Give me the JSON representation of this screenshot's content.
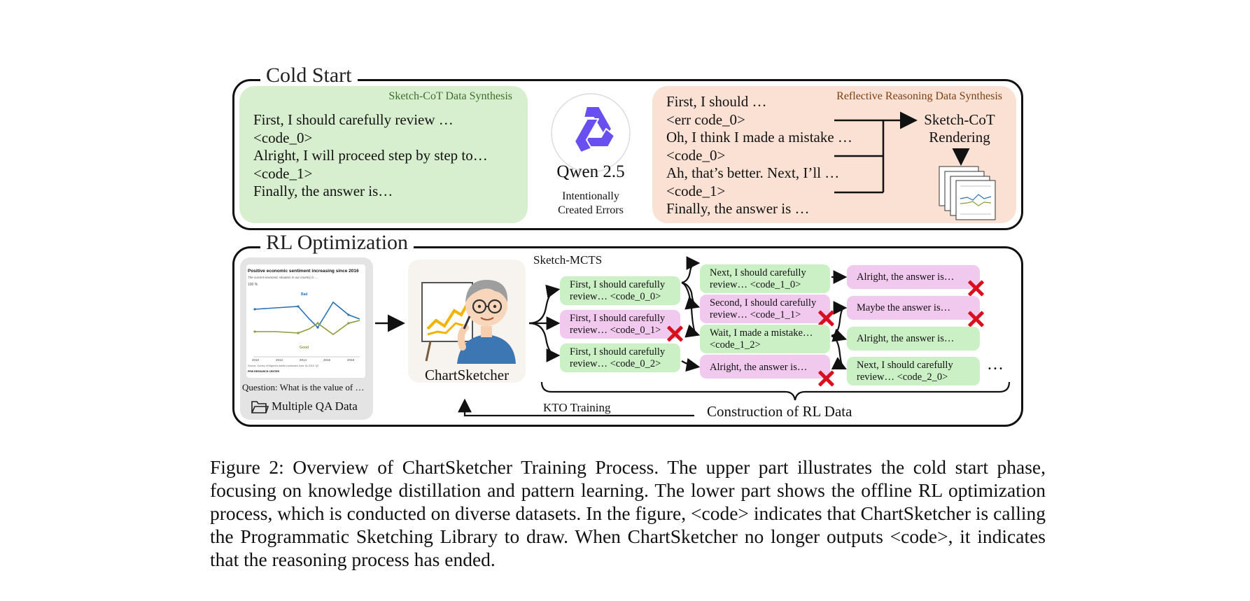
{
  "cold_start": {
    "title": "Cold Start",
    "sketch_cot": {
      "tag": "Sketch-CoT Data Synthesis",
      "lines": [
        "First, I should carefully review …",
        "<code_0>",
        "Alright, I will proceed step by step to…",
        "<code_1>",
        "Finally, the answer is…"
      ]
    },
    "model": {
      "name": "Qwen 2.5",
      "note_1": "Intentionally",
      "note_2": "Created Errors",
      "logo_color": "#6a4ff0"
    },
    "reflective": {
      "tag": "Reflective Reasoning Data Synthesis",
      "lines": [
        "First, I should …",
        "<err code_0>",
        "Oh, I think I made a mistake …",
        "<code_0>",
        "Ah, that’s better. Next, I’ll …",
        "<code_1>",
        "Finally, the answer is …"
      ],
      "render_label_1": "Sketch-CoT",
      "render_label_2": "Rendering"
    }
  },
  "rl": {
    "title": "RL Optimization",
    "dataset": {
      "chart_title": "Positive economic sentiment increasing since 2016",
      "chart_subtitle": "The current economic situation in our country is ...",
      "chart_pct": "100 %",
      "series_bad": "Bad",
      "series_good": "Good",
      "years": [
        "2010",
        "2012",
        "2014",
        "2016",
        "2018"
      ],
      "source": "Source: Survey of Nigeria's adults conducted June 18-2018. Q2",
      "footer": "PEW RESEARCH CENTER",
      "question": "Question: What is the value of  …",
      "label": "Multiple QA Data"
    },
    "agent_label": "ChartSketcher",
    "mcts_label": "Sketch-MCTS",
    "level1": [
      {
        "l1": "First, I should carefully",
        "l2": "review… <code_0_0>",
        "kind": "good"
      },
      {
        "l1": "First, I should carefully",
        "l2": "review… <code_0_1>",
        "kind": "bad"
      },
      {
        "l1": "First, I should carefully",
        "l2": "review… <code_0_2>",
        "kind": "good"
      }
    ],
    "level2": [
      {
        "l1": "Next, I should carefully",
        "l2": "review… <code_1_0>",
        "kind": "good"
      },
      {
        "l1": "Second, I should carefully",
        "l2": "review… <code_1_1>",
        "kind": "bad"
      },
      {
        "l1": "Wait, I made a mistake…",
        "l2": "<code_1_2>",
        "kind": "good"
      },
      {
        "l1": "Alright, the answer is…",
        "l2": "",
        "kind": "bad"
      }
    ],
    "level3": [
      {
        "l1": "Alright, the answer is…",
        "l2": "",
        "kind": "bad"
      },
      {
        "l1": "Maybe the answer is…",
        "l2": "",
        "kind": "bad"
      },
      {
        "l1": "Alright, the answer is…",
        "l2": "",
        "kind": "good"
      },
      {
        "l1": "Next, I should carefully",
        "l2": "review… <code_2_0>",
        "kind": "good"
      }
    ],
    "ellipsis": "…",
    "construction_label": "Construction of RL Data",
    "kto_label": "KTO Training"
  },
  "caption": "Figure 2: Overview of ChartSketcher Training Process. The upper part illustrates the cold start phase, focusing on knowledge distillation and pattern learning. The lower part shows the offline RL optimization process, which is conducted on diverse datasets. In the figure, <code> indicates that ChartSketcher is calling the Programmatic Sketching Library to draw. When ChartSketcher no longer outputs <code>, it indicates that the reasoning process has ended.",
  "colors": {
    "green_panel": "#d8efcf",
    "peach_panel": "#fbe1d4",
    "green_pill": "#ccf0c6",
    "pink_pill": "#f2c9ee",
    "error_red": "#d90f1e"
  }
}
